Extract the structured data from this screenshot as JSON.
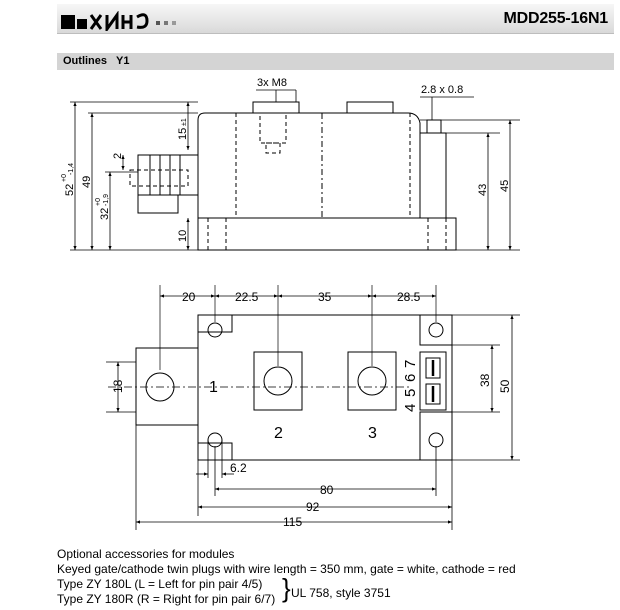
{
  "header": {
    "part_number": "MDD255-16N1",
    "logo_icon": "brand-logo-icon"
  },
  "section": {
    "label": "Outlines",
    "code": "Y1"
  },
  "side_view": {
    "screw_label": "3x M8",
    "pin_label": "2.8 x 0.8",
    "dims": {
      "screw_height": "15",
      "screw_height_tol": "±1",
      "pin_offset": "2",
      "height_total": "52",
      "height_total_tol_top": "+0",
      "height_total_tol_bottom": "-1,4",
      "height_49": "49",
      "height_32": "32",
      "height_32_tol_top": "+0",
      "height_32_tol_bottom": "-1,9",
      "base_height": "10",
      "height_43": "43",
      "height_45": "45"
    }
  },
  "top_view": {
    "dims": {
      "w20": "20",
      "w22_5": "22.5",
      "w35": "35",
      "w28_5": "28.5",
      "h18": "18",
      "h38": "38",
      "h50": "50",
      "hole_6_2": "6.2",
      "w80": "80",
      "w92": "92",
      "w115": "115"
    },
    "terminals": [
      "1",
      "2",
      "3"
    ],
    "pins_top": "7",
    "pins_6": "6",
    "pins_5": "5",
    "pins_4": "4"
  },
  "notes": {
    "heading": "Optional accessories for modules",
    "line1": "Keyed gate/cathode twin plugs with wire length = 350 mm, gate = white, cathode = red",
    "line2": "Type ZY 180L  (L = Left for pin pair 4/5)",
    "line3": "Type ZY 180R  (R = Right for pin pair 6/7)",
    "brace": "}",
    "ul": "UL 758, style 3751"
  }
}
